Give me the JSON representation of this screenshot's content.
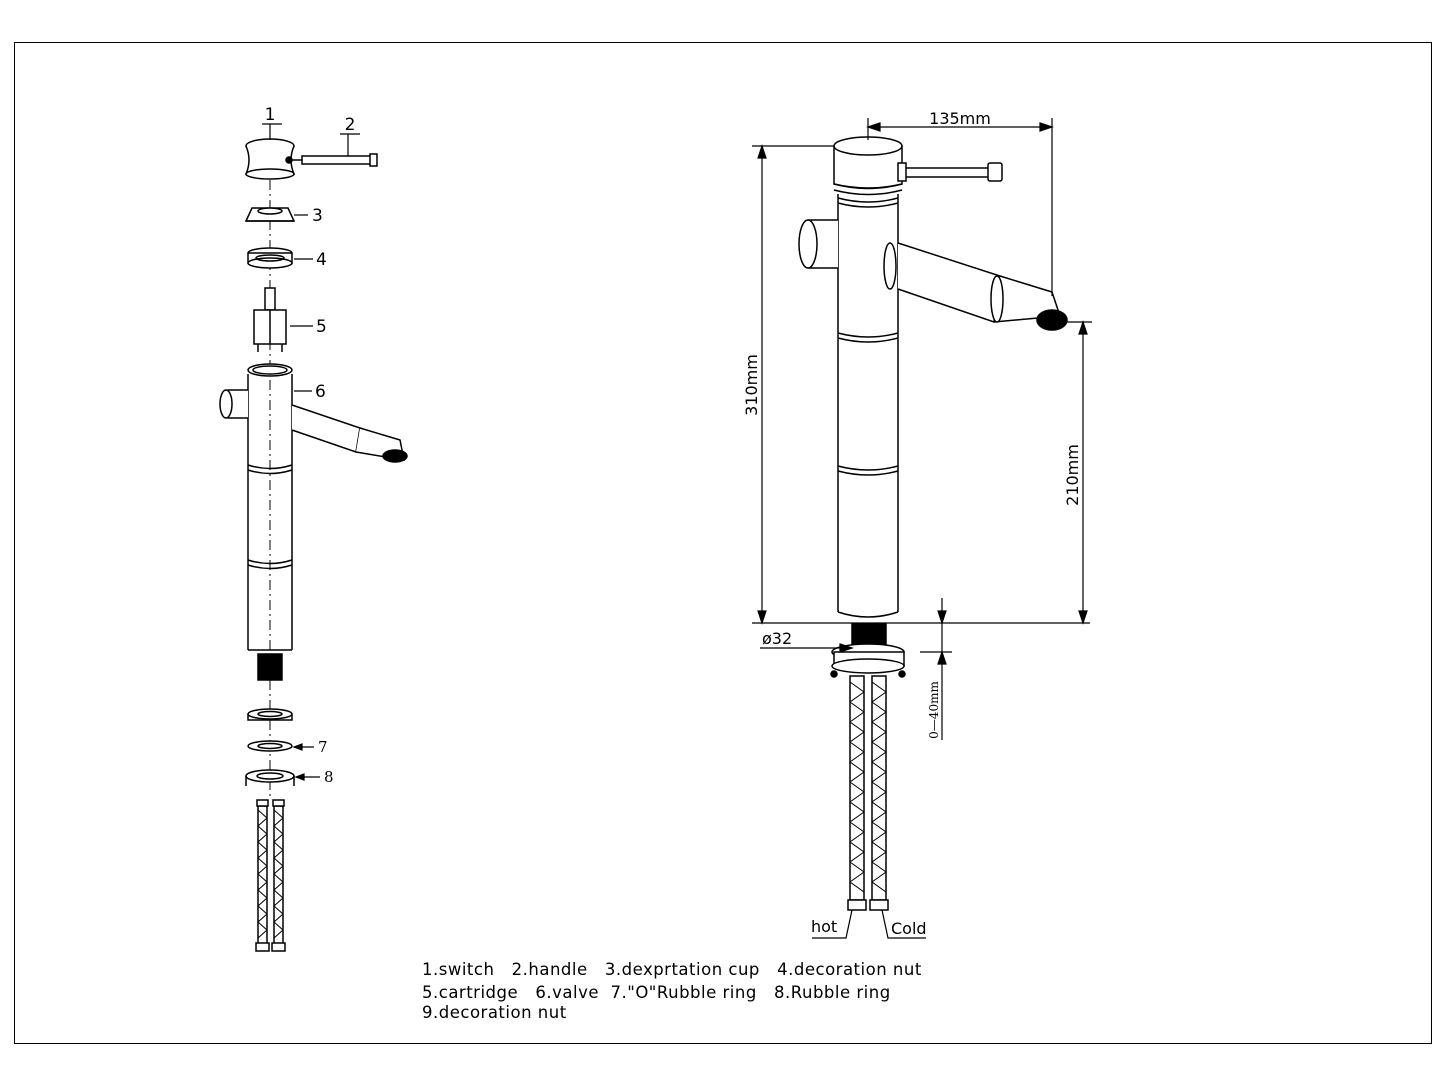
{
  "diagram": {
    "callouts": [
      "1",
      "2",
      "3",
      "4",
      "5",
      "6",
      "7",
      "8"
    ],
    "dimensions": {
      "width": "135mm",
      "height": "310mm",
      "spout_height": "210mm",
      "diameter": "ø32",
      "deck_range": "0—40mm"
    },
    "hoses": {
      "hot": "hot",
      "cold": "Cold"
    }
  },
  "legend": {
    "line1": "1.switch   2.handle   3.dexprtation cup   4.decoration nut",
    "line2": "5.cartridge   6.valve  7.\"O\"Rubble ring   8.Rubble ring",
    "line3": "9.decoration nut"
  }
}
